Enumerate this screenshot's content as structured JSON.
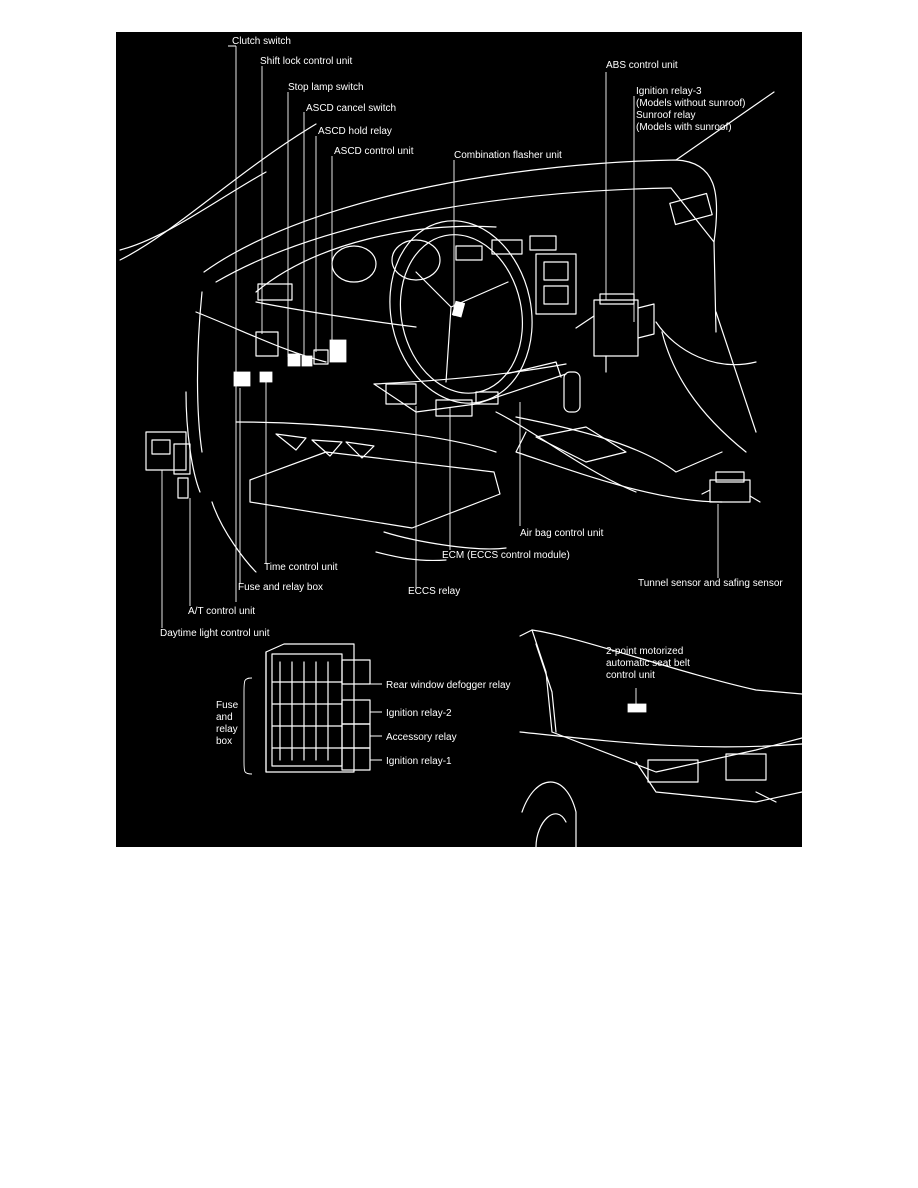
{
  "labels": {
    "clutch_switch": "Clutch switch",
    "shift_lock_control_unit": "Shift lock control unit",
    "stop_lamp_switch": "Stop lamp switch",
    "ascd_cancel_switch": "ASCD cancel switch",
    "ascd_hold_relay": "ASCD hold relay",
    "ascd_control_unit": "ASCD control unit",
    "combination_flasher_unit": "Combination flasher unit",
    "abs_control_unit": "ABS control unit",
    "ignition_relay_3": "Ignition relay-3",
    "models_without_sunroof": "(Models without sunroof)",
    "sunroof_relay": "Sunroof relay",
    "models_with_sunroof": "(Models with sunroof)",
    "air_bag_control_unit": "Air bag control unit",
    "ecm": "ECM (ECCS control module)",
    "time_control_unit": "Time control unit",
    "fuse_and_relay_box": "Fuse and relay box",
    "eccs_relay": "ECCS relay",
    "tunnel_sensor": "Tunnel sensor and safing sensor",
    "at_control_unit": "A/T control unit",
    "daytime_light_control_unit": "Daytime light control unit",
    "rear_window_defogger_relay": "Rear window defogger relay",
    "ignition_relay_2": "Ignition relay-2",
    "accessory_relay": "Accessory relay",
    "ignition_relay_1": "Ignition relay-1",
    "fuse_box_title_1": "Fuse",
    "fuse_box_title_2": "and",
    "fuse_box_title_3": "relay",
    "fuse_box_title_4": "box",
    "seat_belt_1": "2-point motorized",
    "seat_belt_2": "automatic seat belt",
    "seat_belt_3": "control unit"
  }
}
